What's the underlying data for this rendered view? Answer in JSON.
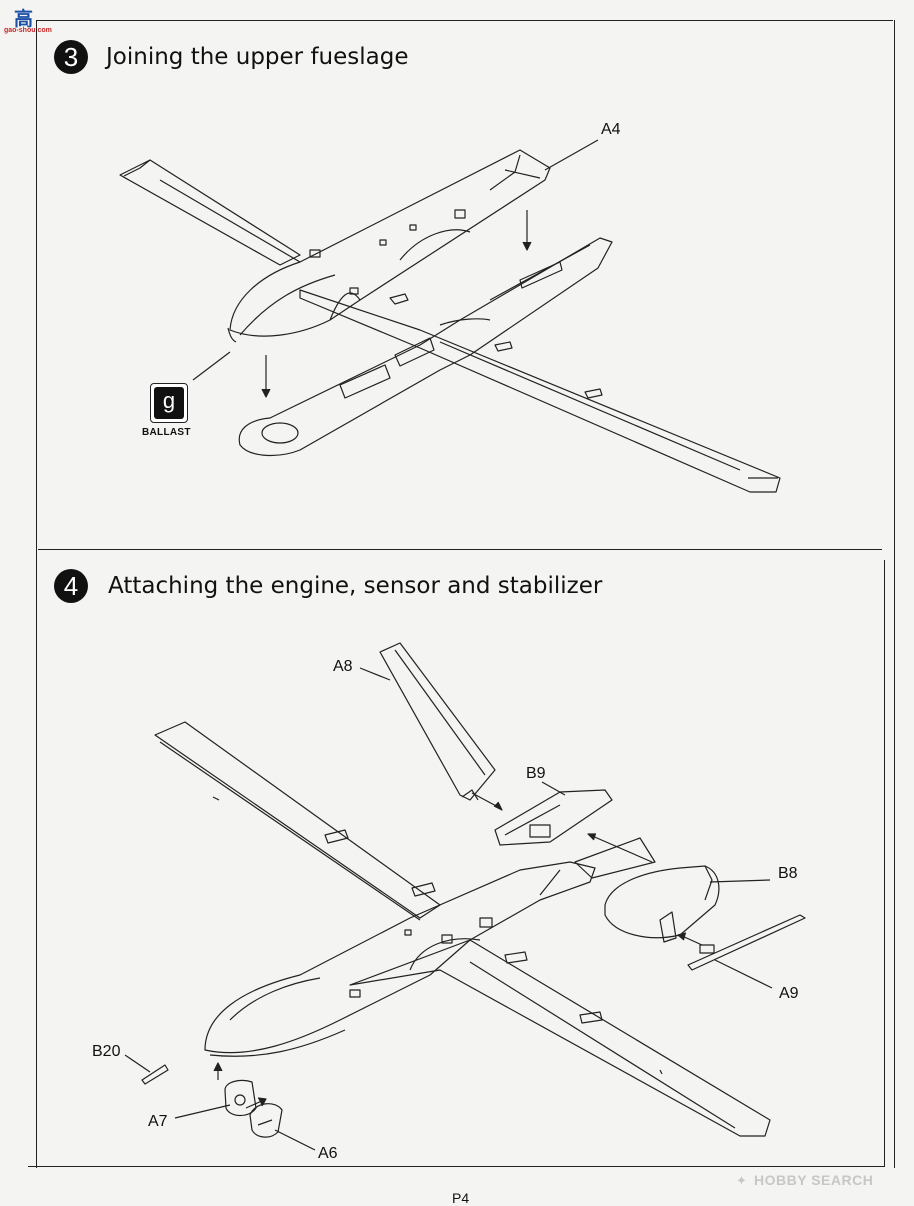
{
  "watermark_top": {
    "text": "高",
    "sub": "gao-shou.com"
  },
  "steps": [
    {
      "number": "3",
      "title": "Joining the upper fueslage"
    },
    {
      "number": "4",
      "title": "Attaching the engine, sensor and stabilizer"
    }
  ],
  "step3_parts": {
    "a4": "A4"
  },
  "ballast": {
    "icon_letter": "g",
    "label": "BALLAST"
  },
  "step4_parts": {
    "a8": "A8",
    "b9": "B9",
    "b8": "B8",
    "a9": "A9",
    "b20": "B20",
    "a7": "A7",
    "a6": "A6"
  },
  "watermark_bottom": {
    "text": "HOBBY SEARCH",
    "icon": "hobby-search-logo-icon"
  },
  "page_number": "P4"
}
